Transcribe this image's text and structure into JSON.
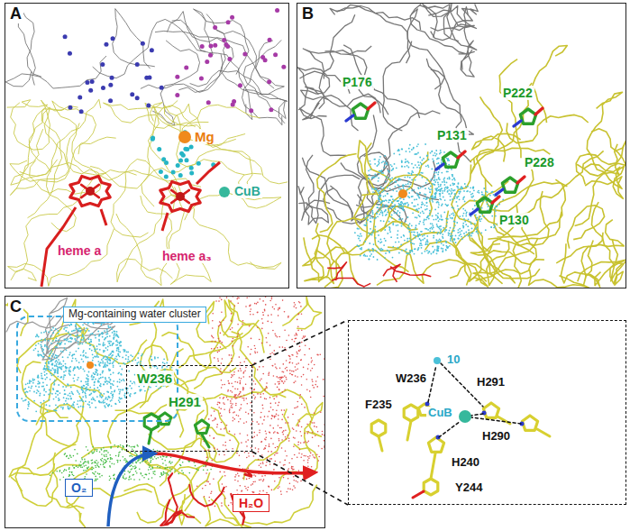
{
  "diagram": {
    "nodes": [
      {
        "text": [
          "A"
        ]
      },
      {
        "text": [
          "B"
        ]
      },
      {
        "text": [
          "C"
        ]
      },
      {
        "text": [
          "Mg-containing water cluster"
        ],
        "in": 2
      },
      {
        "text": [
          "W236",
          "H291"
        ],
        "in": 2
      },
      {
        "text": [
          "O₂"
        ],
        "in": 2
      },
      {
        "text": [
          "H₂O"
        ],
        "in": 2
      },
      {
        "text": [
          "W236",
          "10",
          "H291",
          "CuB",
          "H290",
          "H240",
          "Y244",
          "F235"
        ]
      }
    ],
    "edges": [
      {
        "from": 4,
        "to": 7,
        "arrow": "none"
      },
      {
        "from": 4,
        "to": 7,
        "arrow": "none"
      }
    ],
    "labels": [
      "Mg",
      "heme a",
      "heme a₃",
      "CuB",
      "P176",
      "P222",
      "P131",
      "P228",
      "P130"
    ]
  }
}
